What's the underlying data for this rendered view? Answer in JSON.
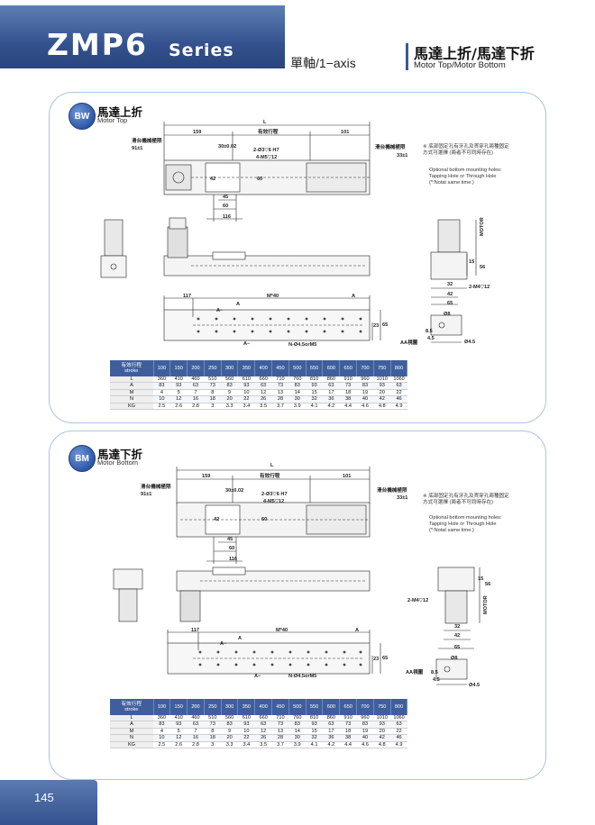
{
  "header": {
    "model": "ZMP6",
    "series": "Series",
    "axis": "單軸/1−axis",
    "title_cn": "馬達上折/馬達下折",
    "title_en": "Motor Top/Motor Bottom"
  },
  "colors": {
    "brand_blue": "#34528f",
    "section_border": "#a9c4e0",
    "table_header": "#3f5f9c"
  },
  "sections": [
    {
      "badge": "BW",
      "title_cn": "馬達上折",
      "title_en": "Motor Top",
      "dims": {
        "L": "L",
        "d159": "159",
        "stroke_cn": "有效行程",
        "d101": "101",
        "mech_limit_left": "滑台機械極限",
        "mech_limit_left_val": "91±1",
        "mech_limit_right": "滑台機械極限",
        "mech_limit_right_val": "33±1",
        "d30": "30±0.02",
        "holes_h7": "2-Ø3▽6 H7",
        "m5": "4-M5▽12",
        "d42": "42",
        "d60a": "60",
        "d45": "45",
        "d60b": "60",
        "d116": "116",
        "d117": "117",
        "m40": "M*40",
        "A1": "A",
        "A2": "A",
        "Aarrow1": "A−",
        "Aarrow2": "A−",
        "n45": "N-Ø4.5orM5",
        "d23": "23",
        "d65v": "65",
        "aa_view": "AA視圖",
        "motor": "MOTOR",
        "d15": "15",
        "d56": "56",
        "d32": "32",
        "d42b": "42",
        "m4": "2-M4▽12",
        "d65": "65",
        "phi8": "Ø8",
        "d85": "8.5",
        "d45s": "4.5",
        "phi45": "Ø4.5"
      },
      "note_cn": "※ 底部固定孔有牙孔及貫穿孔兩種固定方式可選擇 (兩者不可同時存在)",
      "note_en": "Optional bottom mounting holes: Tapping Hole or Through Hole (*:Notat same time.)"
    },
    {
      "badge": "BM",
      "title_cn": "馬達下折",
      "title_en": "Motor Bottom",
      "dims": {
        "L": "L",
        "d159": "159",
        "stroke_cn": "有效行程",
        "d101": "101",
        "mech_limit_left": "滑台機械極限",
        "mech_limit_left_val": "91±1",
        "mech_limit_right": "滑台機械極限",
        "mech_limit_right_val": "33±1",
        "d30": "30±0.02",
        "holes_h7": "2-Ø3▽6 H7",
        "m5": "4-M5▽12",
        "d42": "42",
        "d60a": "60",
        "d45": "45",
        "d60b": "60",
        "d116": "116",
        "d117": "117",
        "m40": "M*40",
        "A1": "A",
        "A2": "A",
        "Aarrow1": "A−",
        "Aarrow2": "A−",
        "n45": "N-Ø4.5orM5",
        "d23": "23",
        "d65v": "65",
        "aa_view": "AA視圖",
        "motor": "MOTOR",
        "d15": "15",
        "d56": "56",
        "d32": "32",
        "d42b": "42",
        "m4": "2-M4▽12",
        "d65": "65",
        "phi8": "Ø8",
        "d85": "8.5",
        "d45s": "4.5",
        "phi45": "Ø4.5"
      },
      "note_cn": "※ 底部固定孔有牙孔及貫穿孔兩種固定方式可選擇 (兩者不可同時存在)",
      "note_en": "Optional bottom mounting holes: Tapping Hole or Through Hole (*:Notat same time.)"
    }
  ],
  "spec_table": {
    "header_cn": "有效行程",
    "header_en": "stroke",
    "strokes": [
      "100",
      "150",
      "200",
      "250",
      "300",
      "350",
      "400",
      "450",
      "500",
      "550",
      "600",
      "650",
      "700",
      "750",
      "800"
    ],
    "rows": [
      {
        "label": "L",
        "values": [
          "360",
          "410",
          "460",
          "510",
          "560",
          "610",
          "660",
          "710",
          "760",
          "810",
          "860",
          "910",
          "960",
          "1010",
          "1060"
        ]
      },
      {
        "label": "A",
        "values": [
          "83",
          "93",
          "63",
          "73",
          "83",
          "93",
          "63",
          "73",
          "83",
          "93",
          "63",
          "73",
          "83",
          "93",
          "63"
        ]
      },
      {
        "label": "M",
        "values": [
          "4",
          "5",
          "7",
          "8",
          "9",
          "10",
          "12",
          "13",
          "14",
          "15",
          "17",
          "18",
          "19",
          "20",
          "22"
        ]
      },
      {
        "label": "N",
        "values": [
          "10",
          "12",
          "16",
          "18",
          "20",
          "22",
          "26",
          "28",
          "30",
          "32",
          "36",
          "38",
          "40",
          "42",
          "46"
        ]
      },
      {
        "label": "KG",
        "values": [
          "2.5",
          "2.6",
          "2.8",
          "3",
          "3.3",
          "3.4",
          "3.5",
          "3.7",
          "3.9",
          "4.1",
          "4.2",
          "4.4",
          "4.6",
          "4.8",
          "4.9"
        ]
      }
    ]
  },
  "footer": {
    "page": "145"
  }
}
